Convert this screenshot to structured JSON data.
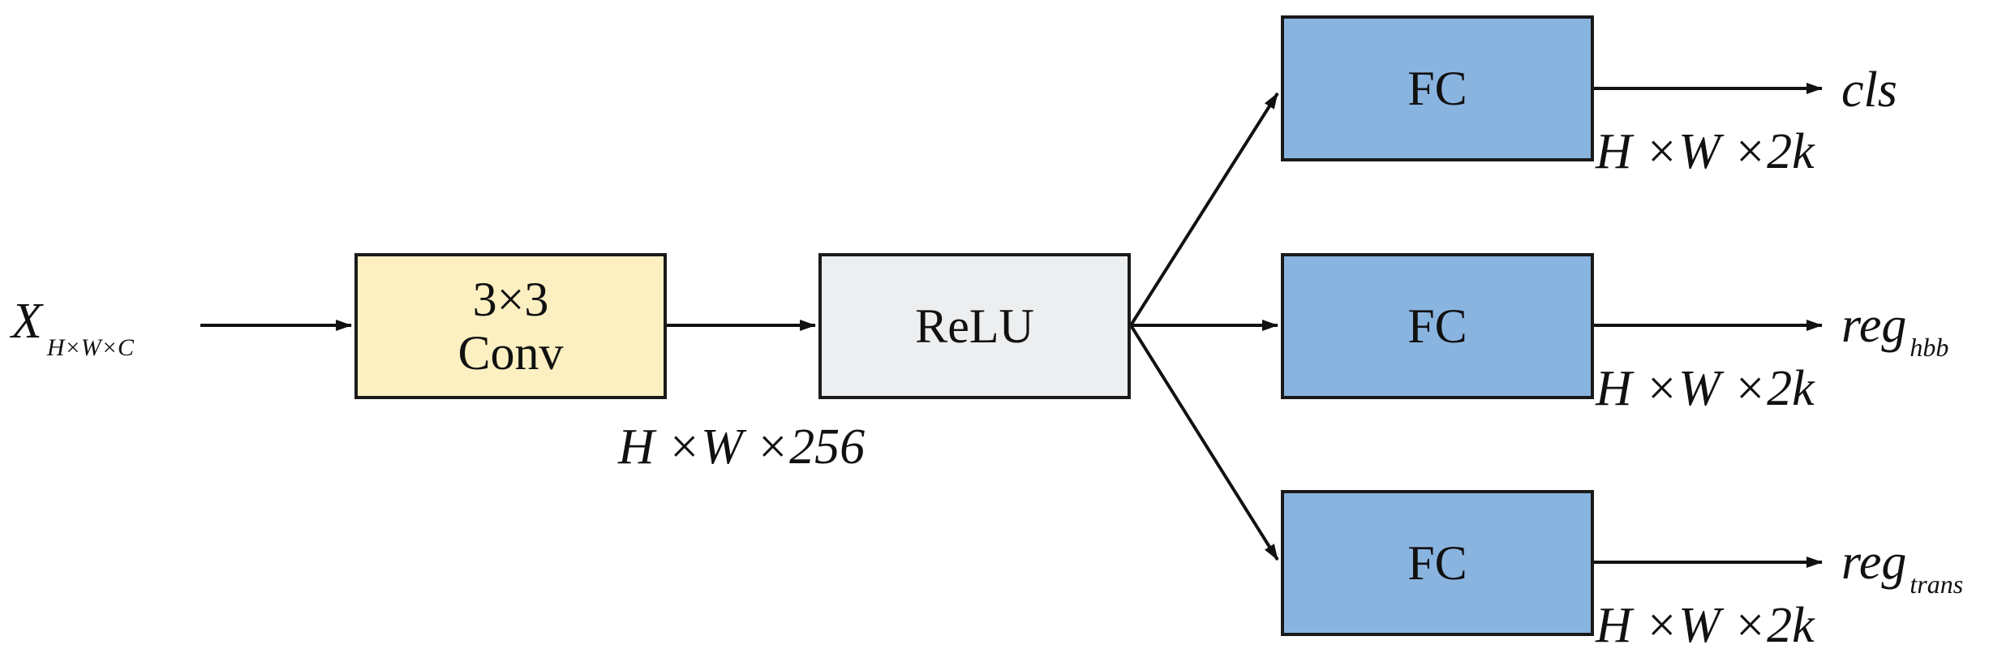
{
  "input": {
    "symbol": "X",
    "subscript": "H×W×C"
  },
  "conv": {
    "line1": "3×3",
    "line2": "Conv"
  },
  "relu": {
    "label": "ReLU"
  },
  "conv_output_dims": "H ×W ×256",
  "heads": [
    {
      "label": "FC",
      "dims": "H ×W ×2k",
      "output": "cls",
      "output_sub": ""
    },
    {
      "label": "FC",
      "dims": "H ×W ×2k",
      "output": "reg",
      "output_sub": "hbb"
    },
    {
      "label": "FC",
      "dims": "H ×W ×2k",
      "output": "reg",
      "output_sub": "trans"
    }
  ],
  "colors": {
    "conv_fill": "#fcf0c2",
    "relu_fill": "#eceef0",
    "fc_fill": "#8ab4e0",
    "stroke": "#1a1a1a"
  }
}
